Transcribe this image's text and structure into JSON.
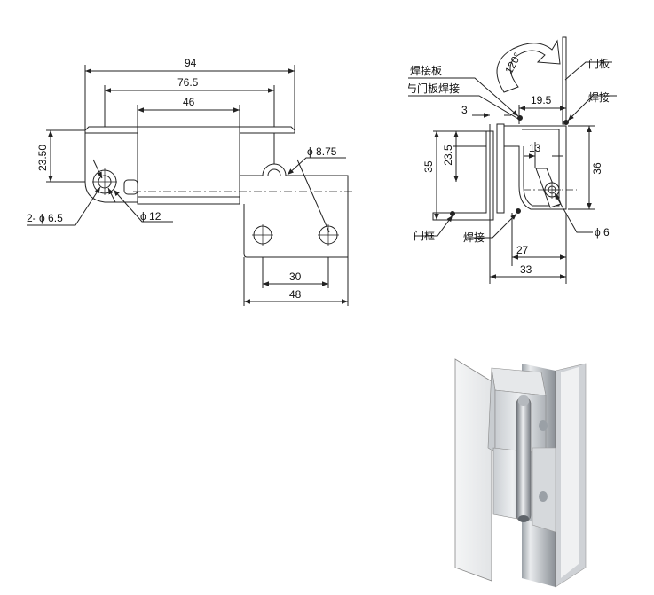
{
  "front_view": {
    "dims": {
      "overall_width": "94",
      "hole_span": "76.5",
      "knuckle_width": "46",
      "height": "23.50",
      "hole_dia": "2- ϕ 6.5",
      "counterbore_dia": "ϕ 12",
      "pin_dia": "ϕ 8.75",
      "lower_hole_span": "30",
      "lower_leaf_width": "48"
    }
  },
  "side_view": {
    "dims": {
      "thickness": "3",
      "offset": "19.5",
      "overall_height": "35",
      "upper_height": "23.5",
      "inner": "13",
      "right_height": "36",
      "pin_dia": "ϕ 6",
      "base_inner": "27",
      "base_width": "33",
      "rotation": "120°"
    },
    "labels": {
      "weld_plate": "焊接板",
      "weld_to_door": "与门板焊接",
      "door_panel": "门板",
      "weld_top": "焊接",
      "door_frame": "门框",
      "weld_bottom": "焊接"
    }
  },
  "colors": {
    "line": "#222222",
    "fill": "#ffffff",
    "steel_light": "#e4e6e8",
    "steel_mid": "#b9bdc2",
    "steel_dark": "#7d8288"
  }
}
